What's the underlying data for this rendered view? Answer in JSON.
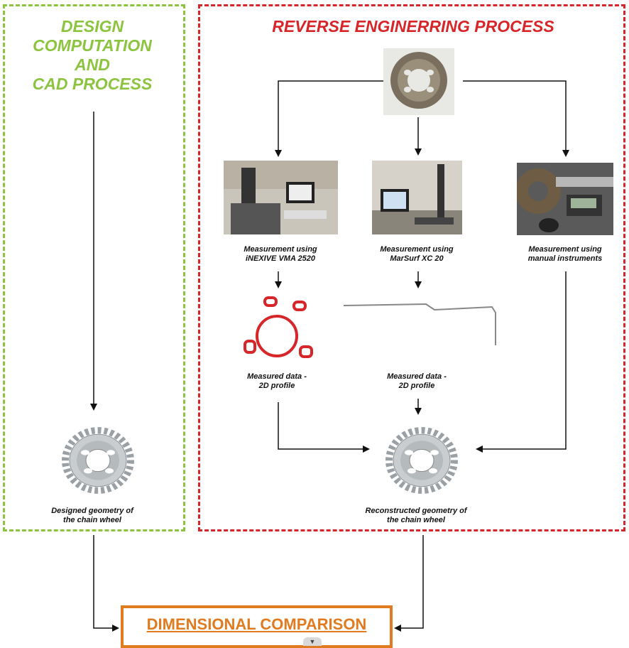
{
  "design_panel": {
    "title_lines": [
      "DESIGN",
      "COMPUTATION",
      "AND",
      "CAD PROCESS"
    ],
    "result_caption_lines": [
      "Designed geometry of",
      "the chain wheel"
    ]
  },
  "reverse_panel": {
    "title": "REVERSE ENGINERRING PROCESS",
    "methods": [
      {
        "caption_lines": [
          "Measurement using",
          "iNEXIVE VMA 2520"
        ]
      },
      {
        "caption_lines": [
          "Measurement using",
          "MarSurf XC 20"
        ]
      },
      {
        "caption_lines": [
          "Measurement using",
          "manual instruments"
        ]
      }
    ],
    "measured": [
      {
        "caption_lines": [
          "Measured data -",
          "2D profile"
        ]
      },
      {
        "caption_lines": [
          "Measured data -",
          "2D profile"
        ]
      }
    ],
    "result_caption_lines": [
      "Reconstructed geometry of",
      "the chain wheel"
    ]
  },
  "comparison": {
    "label": "DIMENSIONAL COMPARISON"
  },
  "colors": {
    "design": "#8cc43f",
    "reverse": "#d7262a",
    "comparison": "#e07b1f",
    "profile_red": "#d7262a"
  }
}
